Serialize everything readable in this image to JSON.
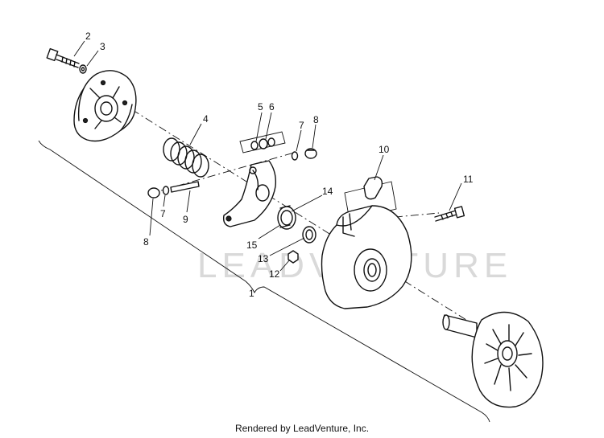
{
  "diagram": {
    "watermark": "LEADVENTURE",
    "footer": "Rendered by LeadVenture, Inc.",
    "callouts": {
      "c1": "1",
      "c2": "2",
      "c3": "3",
      "c4": "4",
      "c5": "5",
      "c6": "6",
      "c7a": "7",
      "c7b": "7",
      "c8a": "8",
      "c8b": "8",
      "c9": "9",
      "c10": "10",
      "c11": "11",
      "c12": "12",
      "c13": "13",
      "c14": "14",
      "c15": "15"
    }
  }
}
